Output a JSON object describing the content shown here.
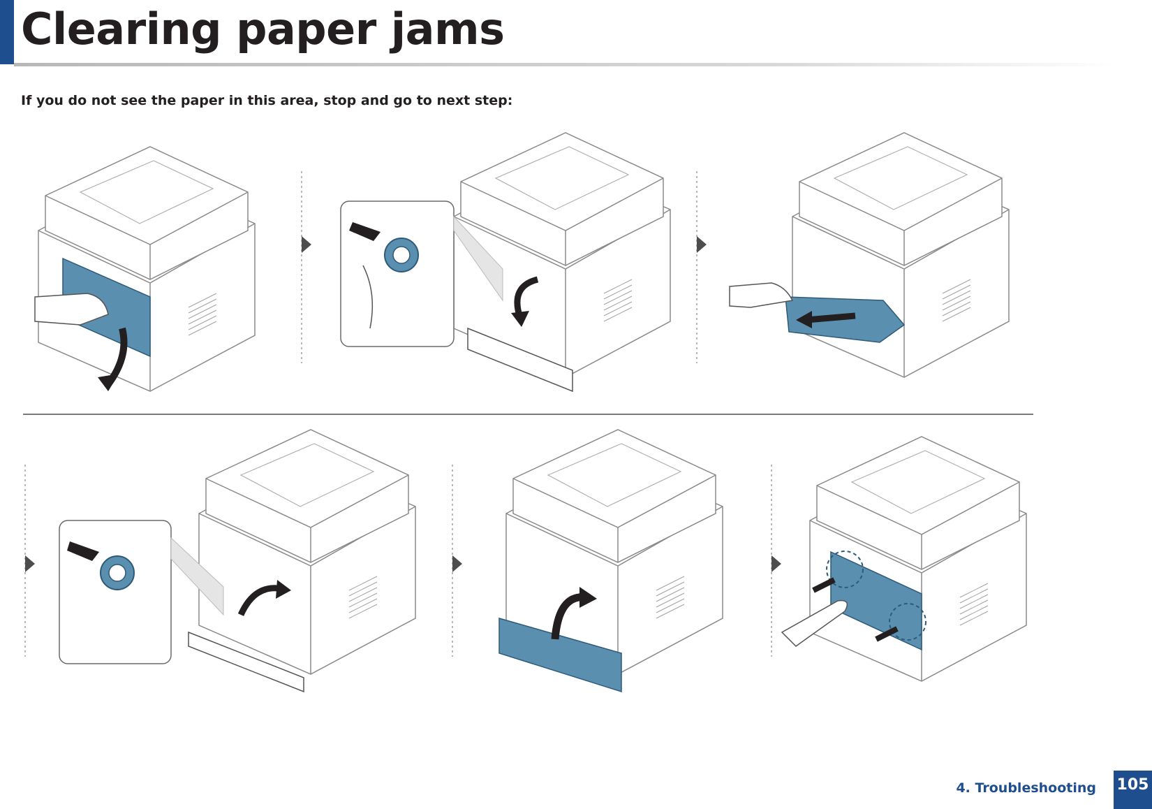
{
  "header": {
    "title": "Clearing paper jams"
  },
  "body": {
    "instruction": "If you do not see the paper in this area, stop and go to next step:"
  },
  "figure": {
    "steps": [
      {
        "icon": "printer-open-rear-cover-icon"
      },
      {
        "icon": "fuser-lever-push-icon"
      },
      {
        "icon": "pull-jammed-paper-icon"
      },
      {
        "icon": "fuser-lever-return-icon"
      },
      {
        "icon": "close-rear-cover-icon"
      },
      {
        "icon": "press-cover-closed-icon"
      }
    ],
    "arrow_icon": "next-step-triangle-icon",
    "accent_color": "#5b8fb0"
  },
  "footer": {
    "section": "4. Troubleshooting",
    "page_number": "105"
  },
  "colors": {
    "brand": "#1f4e8f",
    "text": "#231f20"
  }
}
